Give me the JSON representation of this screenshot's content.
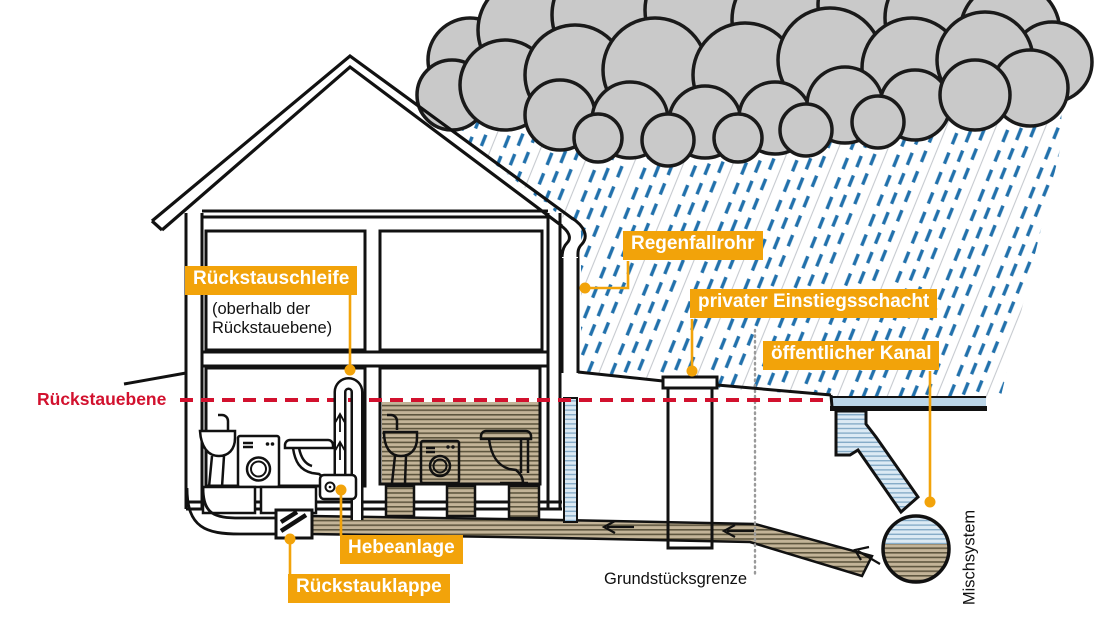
{
  "figure": {
    "callouts": {
      "rueckstauschleife": "Rückstauschleife",
      "rueckstauschleife_note_1": "(oberhalb der",
      "rueckstauschleife_note_2": "Rückstauebene)",
      "hebeanlage": "Hebeanlage",
      "rueckstauklappe": "Rückstauklappe",
      "regenfallrohr": "Regenfallrohr",
      "einstiegsschacht": "privater Einstiegsschacht",
      "kanal": "öffentlicher Kanal"
    },
    "annotations": {
      "rueckstauebene": "Rückstauebene",
      "grundstuecksgrenze": "Grundstücksgrenze",
      "mischsystem": "Mischsystem"
    },
    "colors": {
      "label_orange": "#F2A30A",
      "backflow_red": "#D2112E",
      "rain_blue": "#2271AC",
      "cloud_gray": "#C9C9C9",
      "sewage_brown": "#C3B498",
      "sewage_line": "#5E563F",
      "water_blue": "#DCEAF4",
      "water_line": "#86ACC8",
      "street_water": "#BCD6E8",
      "outline": "#111111"
    }
  }
}
